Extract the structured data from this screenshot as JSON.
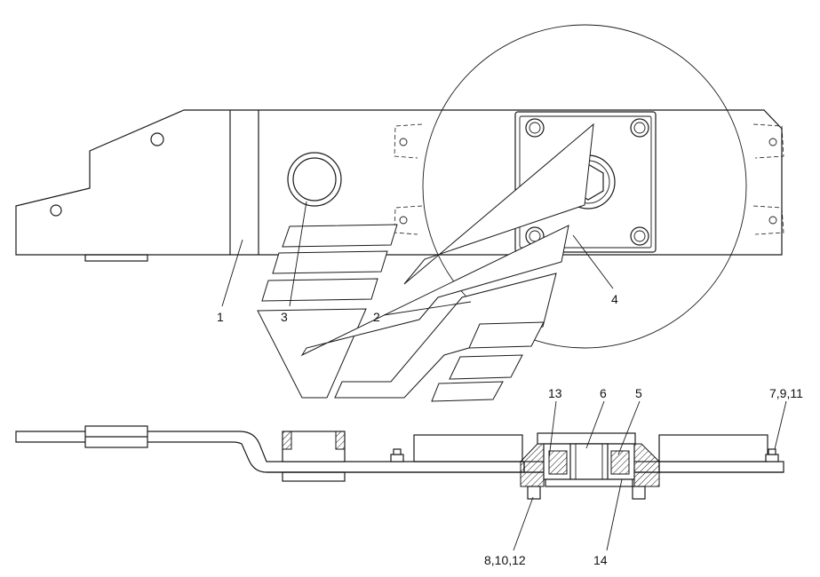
{
  "callouts": {
    "c1": "1",
    "c2": "2",
    "c3": "3",
    "c4": "4",
    "c5": "5",
    "c6": "6",
    "c13": "13",
    "c14": "14",
    "c7_9_11": "7,9,11",
    "c8_10_12": "8,10,12"
  },
  "colors": {
    "line": "#1a1a1a",
    "background": "#ffffff"
  }
}
